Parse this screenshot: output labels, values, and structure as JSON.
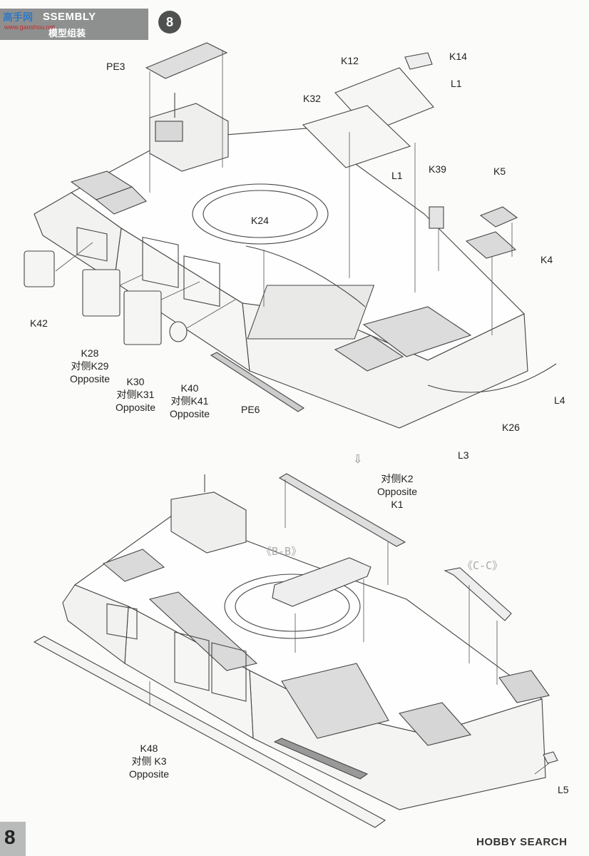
{
  "header": {
    "logo_text": "高手网",
    "logo_sub": "www.gaoshou.net",
    "title": "SSEMBLY",
    "subtitle": "模型组装",
    "step": "8"
  },
  "part_labels": {
    "pe3": "PE3",
    "k12": "K12",
    "k14": "K14",
    "l1_top": "L1",
    "k32": "K32",
    "l1_mid": "L1",
    "k39": "K39",
    "k5": "K5",
    "k24": "K24",
    "k4": "K4",
    "k42": "K42",
    "k28": "K28",
    "k28_opp": "对侧K29",
    "k28_opp2": "Opposite",
    "k30": "K30",
    "k30_opp": "对侧K31",
    "k30_opp2": "Opposite",
    "k40": "K40",
    "k40_opp": "对侧K41",
    "k40_opp2": "Opposite",
    "pe6": "PE6",
    "l4": "L4",
    "k26": "K26",
    "l3": "L3",
    "k1_opp": "对侧K2",
    "k1_opp2": "Opposite",
    "k1": "K1",
    "k48": "K48",
    "k48_opp": "对侧 K3",
    "k48_opp2": "Opposite",
    "l5": "L5"
  },
  "section_labels": {
    "bb": "《B-B》",
    "cc": "《C-C》"
  },
  "footer": {
    "page_number": "8",
    "watermark": "HOBBY SEARCH"
  }
}
